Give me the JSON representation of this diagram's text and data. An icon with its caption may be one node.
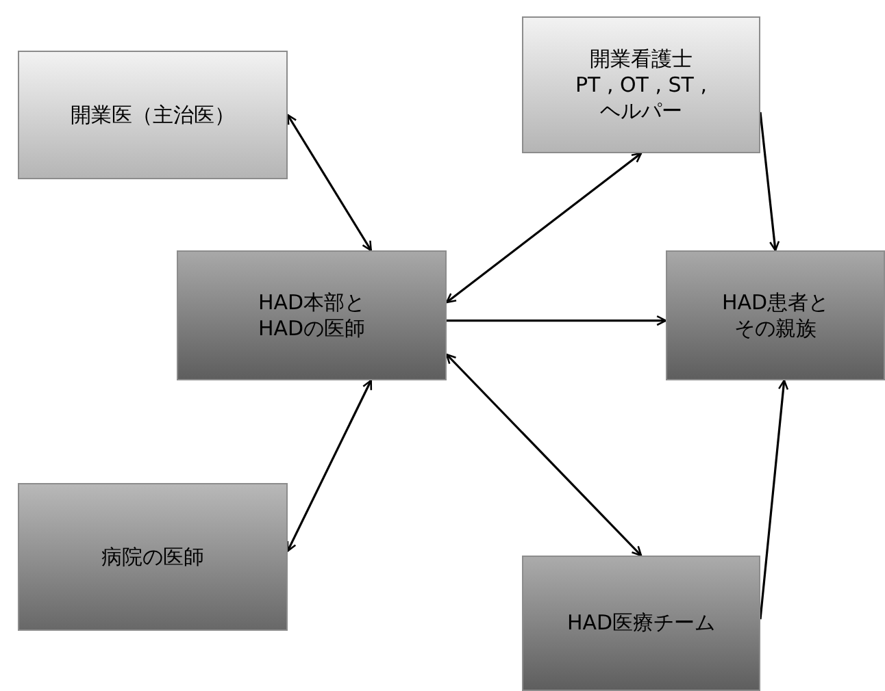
{
  "diagram": {
    "nodes": [
      {
        "text": [
          "開業医（主治医）"
        ]
      },
      {
        "text": [
          "開業看護士",
          "PT , OT , ST ,",
          "ヘルパー"
        ]
      },
      {
        "text": [
          "HAD本部とHADの医師"
        ]
      },
      {
        "text": [
          "HAD患者とその親族"
        ]
      },
      {
        "text": [
          "病院の医師"
        ]
      },
      {
        "text": [
          "HAD医療チーム"
        ]
      }
    ],
    "edges": [
      {
        "from": 0,
        "to": 2,
        "arrow": "both"
      },
      {
        "from": 2,
        "to": 1,
        "arrow": "both"
      },
      {
        "from": 2,
        "to": 3,
        "arrow": "to"
      },
      {
        "from": 1,
        "to": 3,
        "arrow": "to"
      },
      {
        "from": 2,
        "to": 4,
        "arrow": "both"
      },
      {
        "from": 2,
        "to": 5,
        "arrow": "both"
      },
      {
        "from": 5,
        "to": 3,
        "arrow": "to"
      }
    ]
  }
}
